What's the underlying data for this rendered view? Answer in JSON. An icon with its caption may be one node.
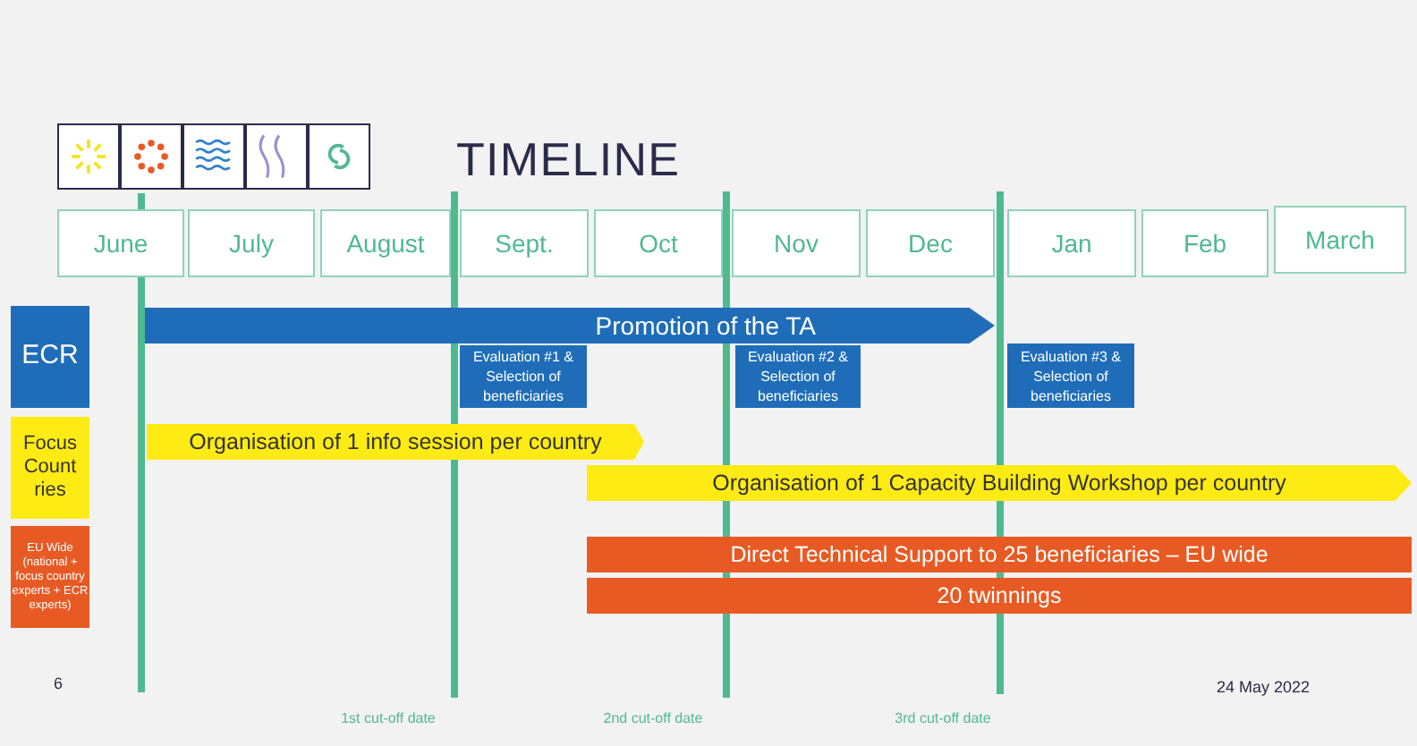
{
  "diagram": {
    "title": "TIMELINE",
    "nodes": [
      {
        "text": [
          "June"
        ]
      },
      {
        "text": [
          "July"
        ]
      },
      {
        "text": [
          "August"
        ]
      },
      {
        "text": [
          "Sept."
        ]
      },
      {
        "text": [
          "Oct"
        ]
      },
      {
        "text": [
          "Nov"
        ]
      },
      {
        "text": [
          "Dec"
        ]
      },
      {
        "text": [
          "Jan"
        ]
      },
      {
        "text": [
          "Feb"
        ]
      },
      {
        "text": [
          "March"
        ]
      },
      {
        "text": [
          "ECR"
        ]
      },
      {
        "text": [
          "Promotion of the TA"
        ]
      },
      {
        "text": [
          "Evaluation #1 & Selection of beneficiaries"
        ]
      },
      {
        "text": [
          "Evaluation #2 & Selection of beneficiaries"
        ]
      },
      {
        "text": [
          "Evaluation #3 & Selection of beneficiaries"
        ]
      },
      {
        "text": [
          "Focus Count ries"
        ]
      },
      {
        "text": [
          "Organisation of 1 info session per country"
        ]
      },
      {
        "text": [
          "Organisation of 1 Capacity Building Workshop per country"
        ]
      },
      {
        "text": [
          "EU Wide (national + focus country experts + ECR experts)"
        ]
      },
      {
        "text": [
          "Direct Technical Support to 25 beneficiaries – EU wide"
        ]
      },
      {
        "text": [
          "20 twinnings"
        ]
      }
    ],
    "labels": [
      "1st cut-off date",
      "2nd cut-off date",
      "3rd cut-off date",
      "6",
      "24 May 2022"
    ]
  }
}
